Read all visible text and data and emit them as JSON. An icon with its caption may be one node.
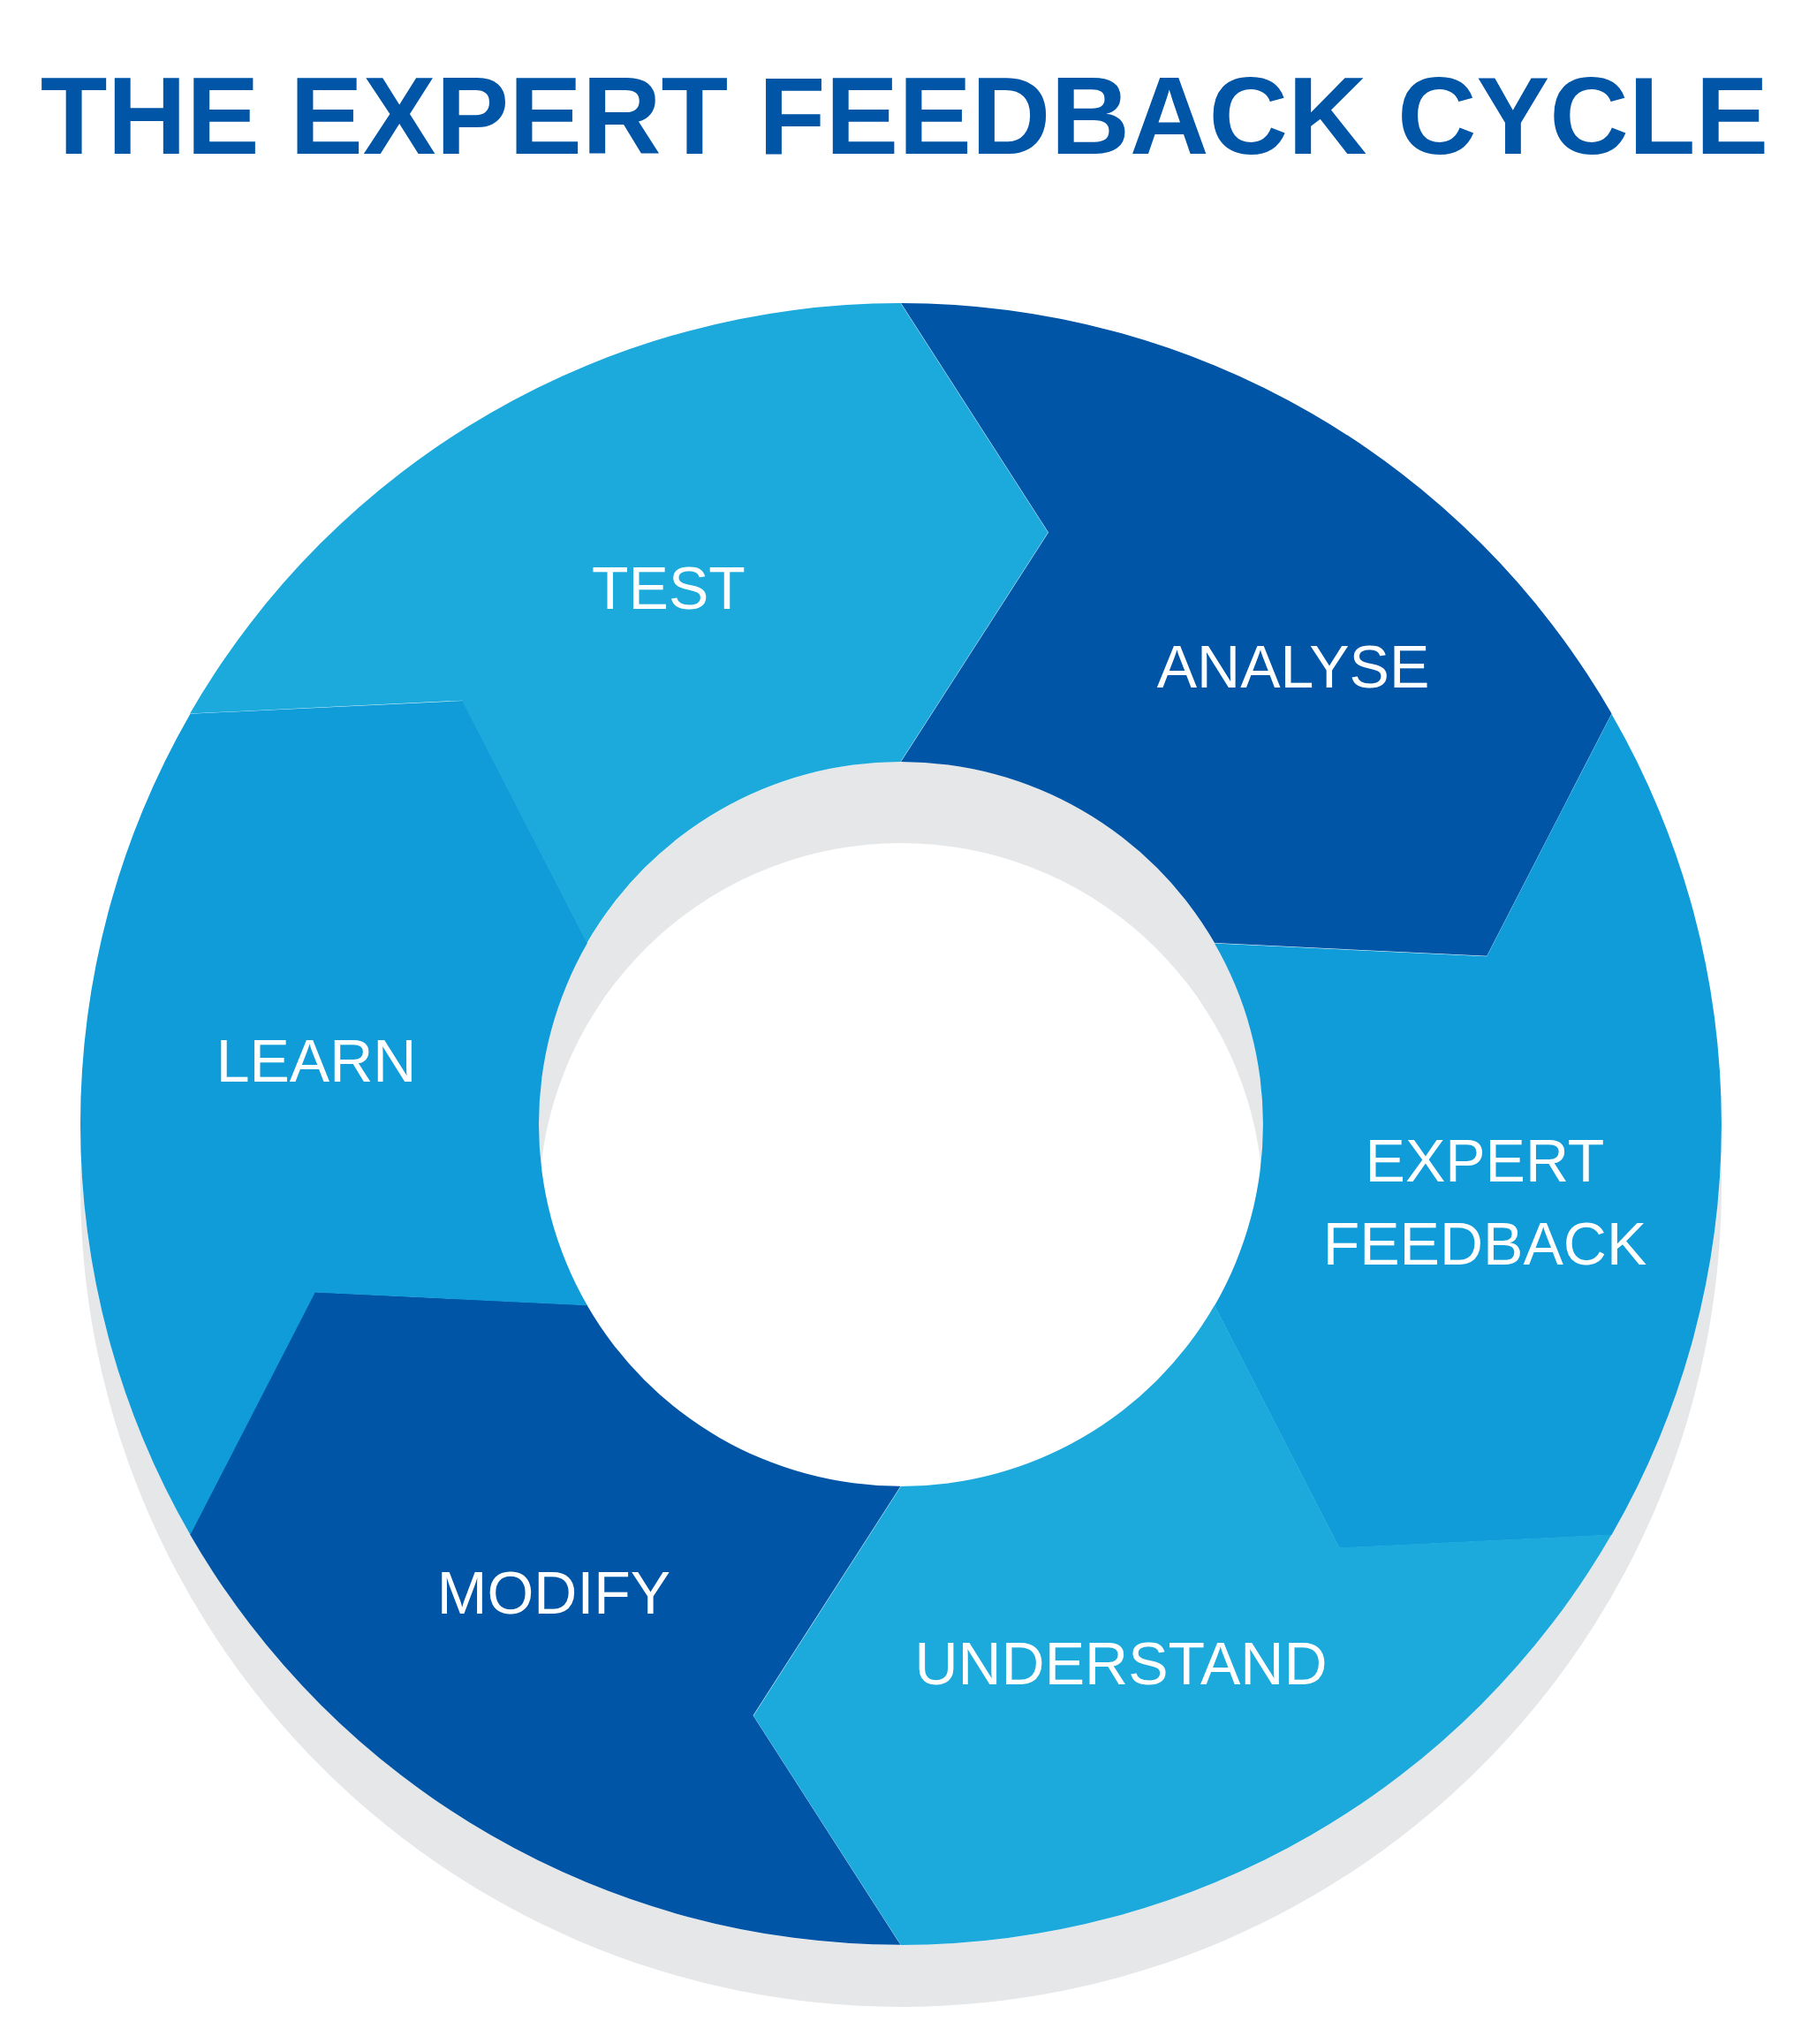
{
  "diagram": {
    "title": "THE EXPERT FEEDBACK CYCLE",
    "nodes": [
      {
        "text": [
          "TEST"
        ]
      },
      {
        "text": [
          "ANALYSE"
        ]
      },
      {
        "text": [
          "EXPERT FEEDBACK"
        ]
      },
      {
        "text": [
          "UNDERSTAND"
        ]
      },
      {
        "text": [
          "MODIFY"
        ]
      },
      {
        "text": [
          "LEARN"
        ]
      }
    ]
  }
}
